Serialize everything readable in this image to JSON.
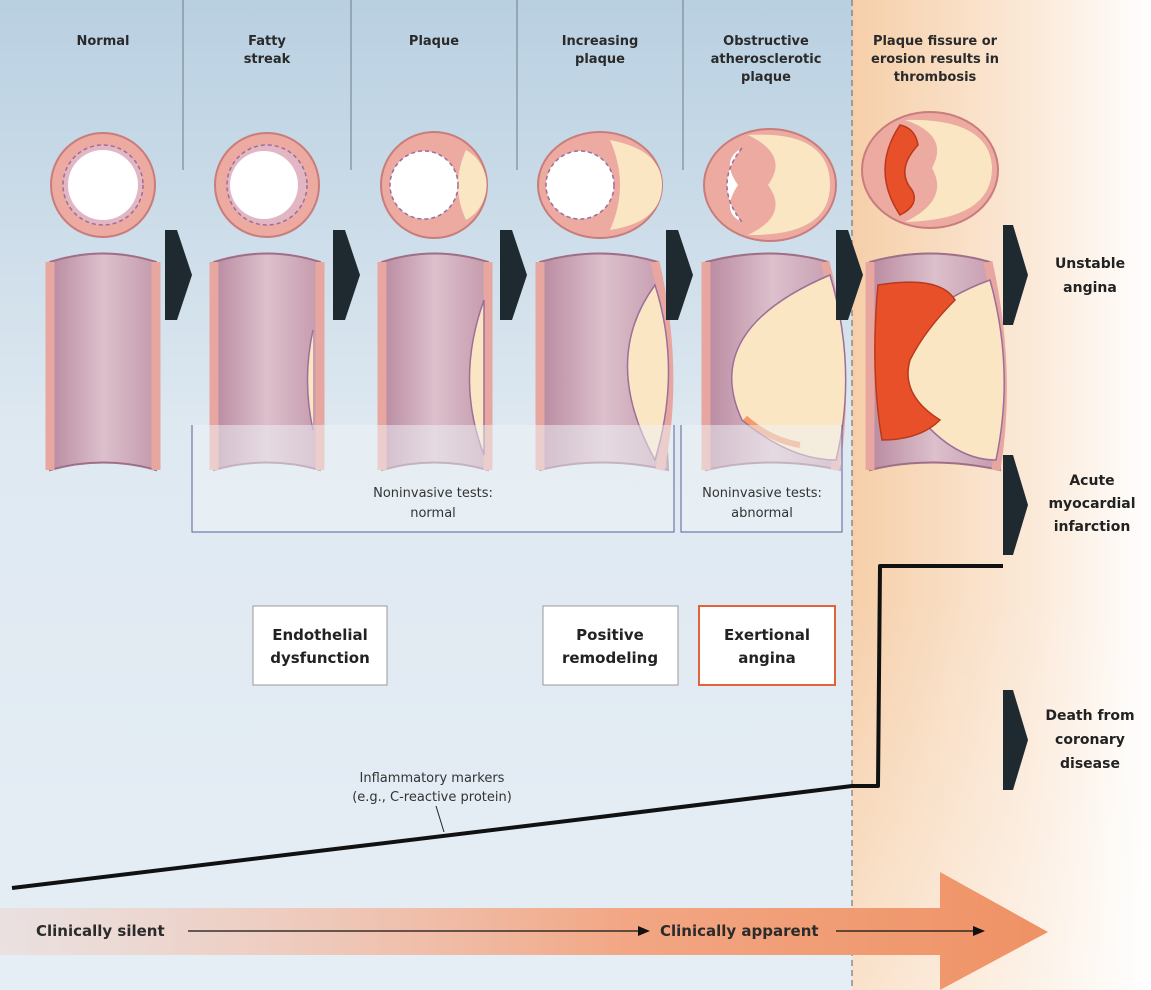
{
  "stages": [
    {
      "lines": [
        "Normal"
      ]
    },
    {
      "lines": [
        "Fatty",
        "streak"
      ]
    },
    {
      "lines": [
        "Plaque"
      ]
    },
    {
      "lines": [
        "Increasing",
        "plaque"
      ]
    },
    {
      "lines": [
        "Obstructive",
        "atherosclerotic",
        "plaque"
      ]
    },
    {
      "lines": [
        "Plaque fissure or",
        "erosion results in",
        "thrombosis"
      ]
    }
  ],
  "outcomes": [
    {
      "lines": [
        "Unstable",
        "angina"
      ]
    },
    {
      "lines": [
        "Acute",
        "myocardial",
        "infarction"
      ]
    },
    {
      "lines": [
        "Death from",
        "coronary",
        "disease"
      ]
    }
  ],
  "tests": {
    "normal": [
      "Noninvasive tests:",
      "normal"
    ],
    "abnormal": [
      "Noninvasive tests:",
      "abnormal"
    ]
  },
  "boxes": {
    "endothelial": [
      "Endothelial",
      "dysfunction"
    ],
    "remodeling": [
      "Positive",
      "remodeling"
    ],
    "angina": [
      "Exertional",
      "angina"
    ]
  },
  "marker_label": [
    "Inflammatory markers",
    "(e.g., C-reactive protein)"
  ],
  "phases": {
    "silent": "Clinically silent",
    "apparent": "Clinically apparent"
  },
  "colors": {
    "arrow": "#1f2a30",
    "wall": "#e9a9a0",
    "plaque": "#fbe6c4",
    "thrombus": "#e8502a",
    "angina_border": "#e0643a",
    "progress_arrow": "#f2a07a"
  }
}
